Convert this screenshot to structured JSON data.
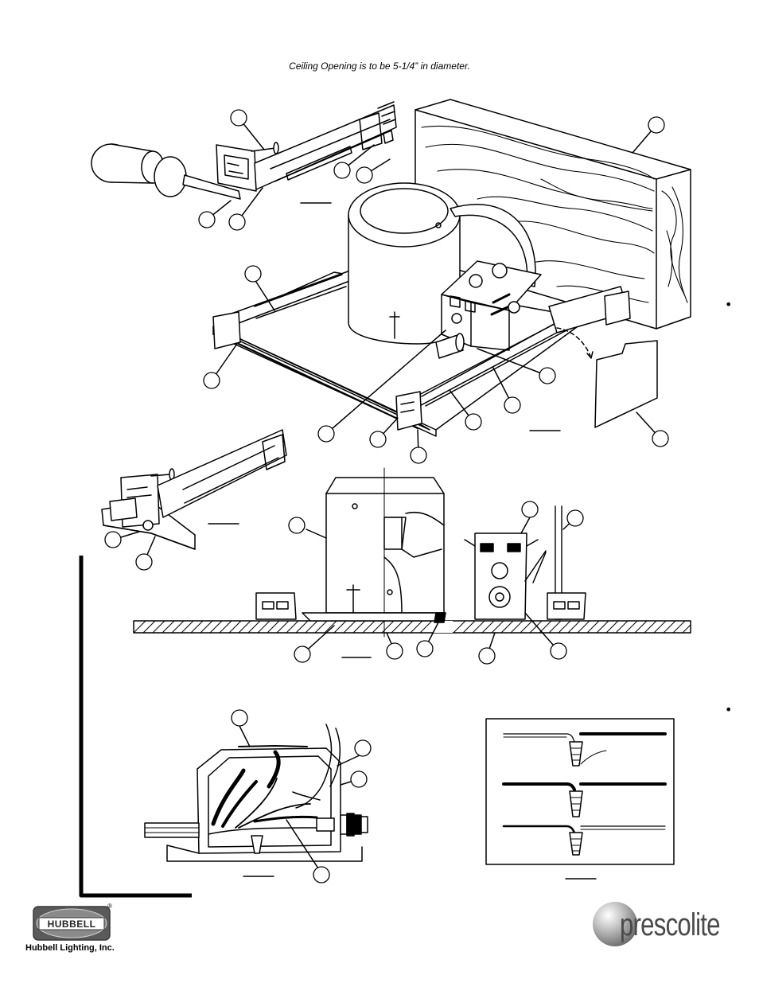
{
  "caption": "Ceiling Opening is to be 5-1/4” in diameter.",
  "bullets": [
    "•",
    "•"
  ],
  "logos": {
    "hubbell_wordmark": "HUBBELL",
    "hubbell_registered": "®",
    "hubbell_company": "Hubbell Lighting, Inc.",
    "prescolite": "prescolite"
  },
  "figures": [
    {
      "name": "bar-hanger-installation-detail"
    },
    {
      "name": "housing-on-joist-assembly"
    },
    {
      "name": "bar-hanger-tbar-detail"
    },
    {
      "name": "housing-cross-section-on-ceiling"
    },
    {
      "name": "junction-box-wiring"
    },
    {
      "name": "wire-nut-connection-diagram"
    }
  ]
}
